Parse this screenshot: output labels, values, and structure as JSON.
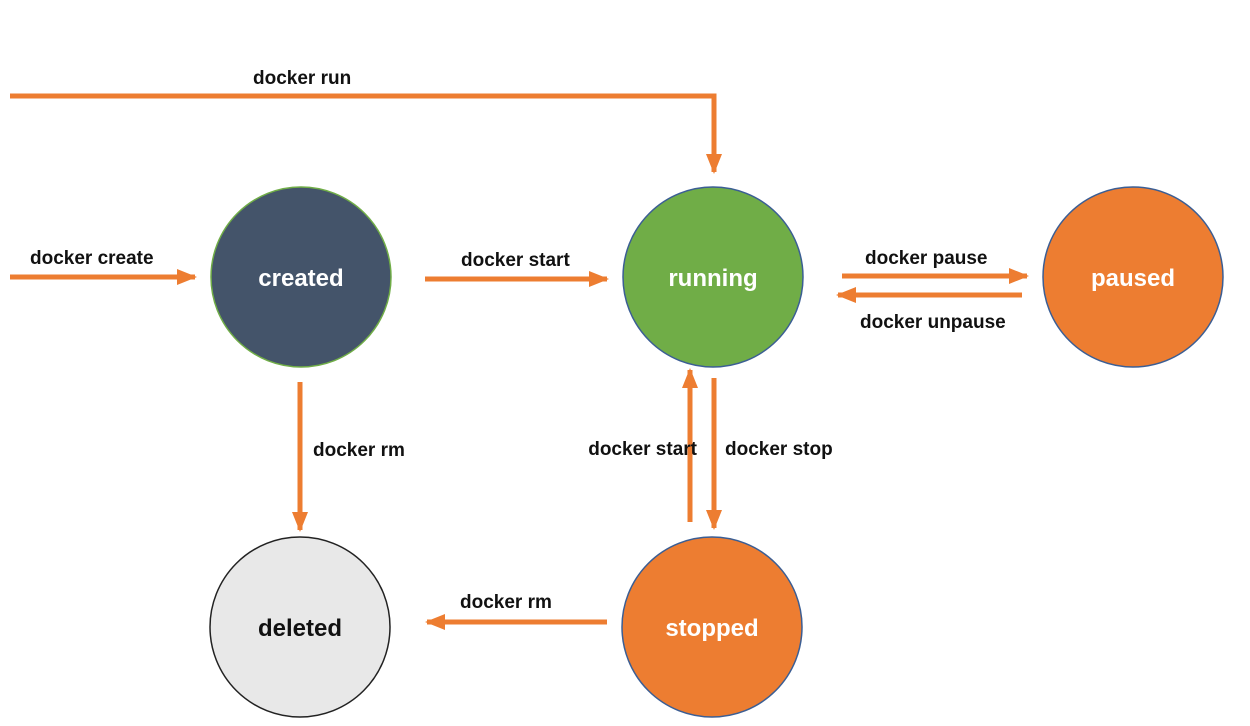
{
  "colors": {
    "arrow": "#ED7D31",
    "created_fill": "#44546A",
    "running_fill": "#70AD47",
    "paused_fill": "#ED7D31",
    "stopped_fill": "#ED7D31",
    "deleted_fill": "#E8E8E8",
    "light_text": "#FFFFFF",
    "dark_text": "#111111"
  },
  "states": {
    "created": "created",
    "running": "running",
    "paused": "paused",
    "stopped": "stopped",
    "deleted": "deleted"
  },
  "transitions": {
    "docker_run": "docker run",
    "docker_create": "docker create",
    "docker_start_created": "docker start",
    "docker_pause": "docker pause",
    "docker_unpause": "docker unpause",
    "docker_rm_created": "docker rm",
    "docker_start_stopped": "docker start",
    "docker_stop": "docker stop",
    "docker_rm_stopped": "docker rm"
  }
}
